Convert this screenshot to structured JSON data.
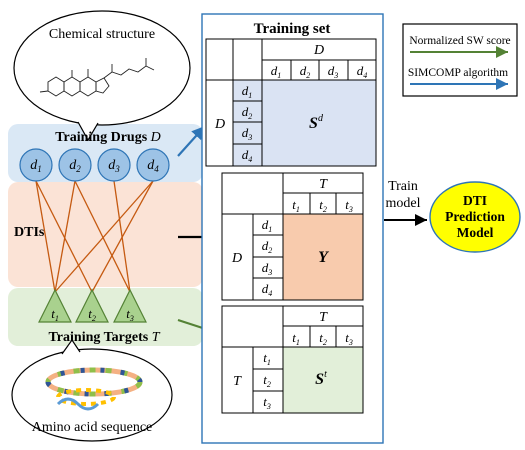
{
  "bubbles": {
    "top_caption": "Chemical structure",
    "bottom_caption": "Amino acid sequence"
  },
  "bands": {
    "drugs": {
      "label": "Training Drugs",
      "symbol": "D"
    },
    "dtis": {
      "label": "DTIs"
    },
    "targets": {
      "label": "Training Targets",
      "symbol": "T"
    }
  },
  "drugs": [
    {
      "base": "d",
      "sub": "1"
    },
    {
      "base": "d",
      "sub": "2"
    },
    {
      "base": "d",
      "sub": "3"
    },
    {
      "base": "d",
      "sub": "4"
    }
  ],
  "targets": [
    {
      "base": "t",
      "sub": "1"
    },
    {
      "base": "t",
      "sub": "2"
    },
    {
      "base": "t",
      "sub": "3"
    }
  ],
  "interactions": [
    {
      "drug": 0,
      "target": 0
    },
    {
      "drug": 0,
      "target": 1
    },
    {
      "drug": 1,
      "target": 0
    },
    {
      "drug": 1,
      "target": 2
    },
    {
      "drug": 2,
      "target": 2
    },
    {
      "drug": 3,
      "target": 0
    },
    {
      "drug": 3,
      "target": 1
    }
  ],
  "training_set": {
    "title": "Training set",
    "sd": {
      "row_label": "D",
      "col_label": "D",
      "cell_base": "S",
      "cell_sup": "d"
    },
    "y": {
      "row_label": "D",
      "col_label": "T",
      "cell_base": "Y"
    },
    "st": {
      "row_label": "T",
      "col_label": "T",
      "cell_base": "S",
      "cell_sup": "t"
    }
  },
  "legend": {
    "items": [
      {
        "label": "Normalized SW score",
        "color": "#548235"
      },
      {
        "label": "SIMCOMP algorithm",
        "color": "#2e75b6"
      }
    ]
  },
  "train_label": {
    "line1": "Train",
    "line2": "model"
  },
  "model": {
    "line1": "DTI",
    "line2": "Prediction",
    "line3": "Model"
  },
  "colors": {
    "drug_band": "#dae8f5",
    "dti_band": "#fbe3d6",
    "target_band": "#e2efd9",
    "drug_node": "#9dc3e6",
    "target_node": "#a9d18e",
    "sd_cell": "#dae3f3",
    "y_cell": "#f8cbad",
    "st_cell": "#e2efd9",
    "model_fill": "#ffff00",
    "edge": "#c55a11",
    "blue_arrow": "#2e75b6",
    "green_arrow": "#548235"
  }
}
